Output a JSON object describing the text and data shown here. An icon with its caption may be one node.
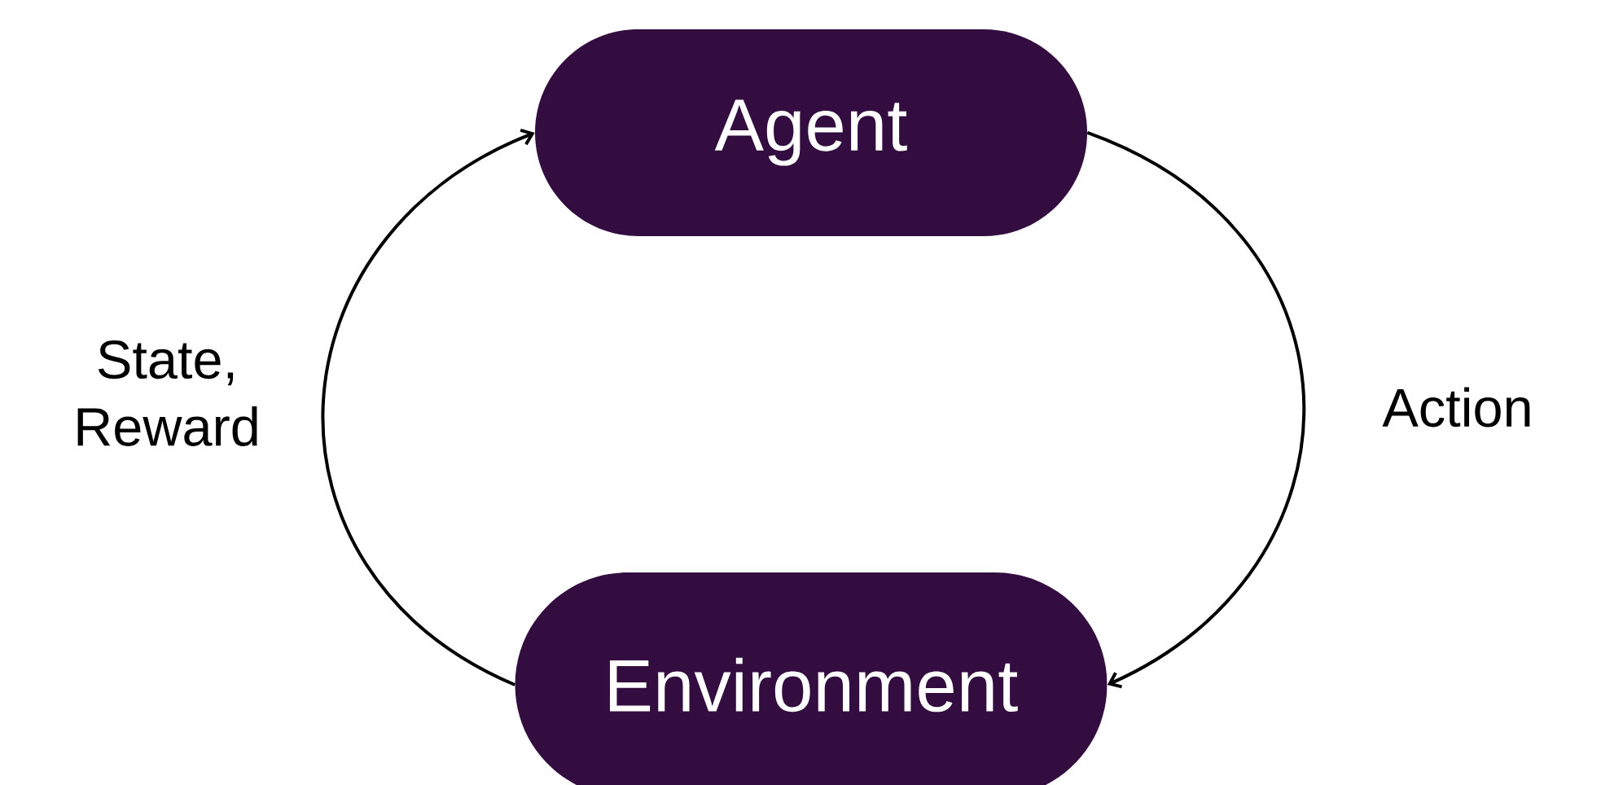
{
  "diagram": {
    "nodes": [
      {
        "text": [
          "Agent"
        ]
      },
      {
        "text": [
          "Environment"
        ]
      }
    ],
    "edges": [
      {
        "from": 1,
        "to": 0,
        "arrow": "to",
        "label": "State, Reward"
      },
      {
        "from": 0,
        "to": 1,
        "arrow": "to",
        "label": "Action"
      }
    ]
  }
}
